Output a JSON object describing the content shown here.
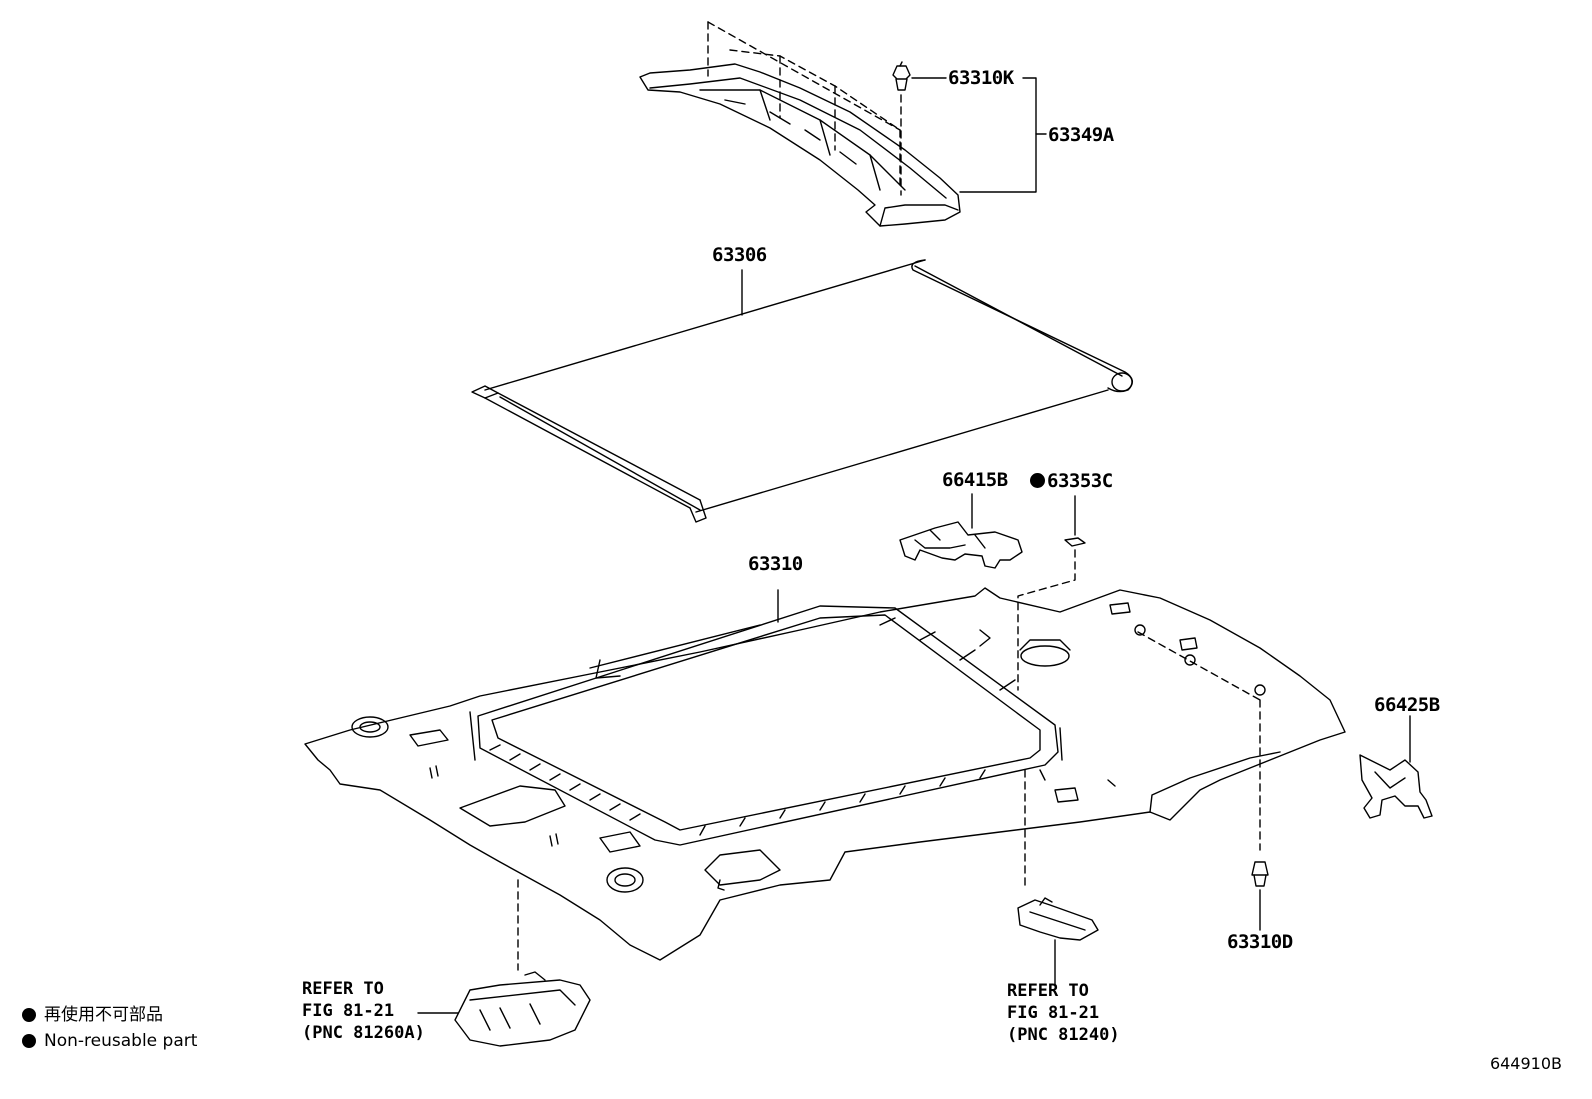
{
  "labels": {
    "p63310K": "63310K",
    "p63349A": "63349A",
    "p63306": "63306",
    "p66415B": "66415B",
    "p63353C": "63353C",
    "p63310": "63310",
    "p66425B": "66425B",
    "p63310D": "63310D"
  },
  "refs": {
    "left": {
      "line1": "REFER TO",
      "line2": "FIG 81-21",
      "line3": "(PNC 81260A)"
    },
    "right": {
      "line1": "REFER TO",
      "line2": "FIG 81-21",
      "line3": "(PNC 81240)"
    }
  },
  "legend": {
    "jp": "再使用不可部品",
    "en": "Non-reusable part"
  },
  "diagram_code": "644910B"
}
